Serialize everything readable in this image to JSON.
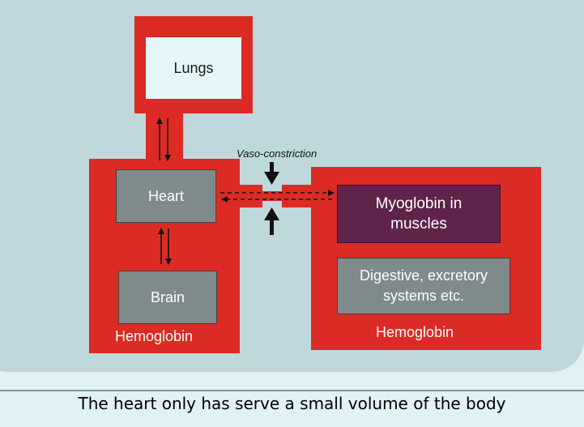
{
  "diagram": {
    "lungs": "Lungs",
    "heart": "Heart",
    "brain": "Brain",
    "hemoglobin_left": "Hemoglobin",
    "myoglobin": "Myoglobin in muscles",
    "digestive": "Digestive, excretory systems etc.",
    "hemoglobin_right": "Hemoglobin",
    "vaso": "Vaso-constriction"
  },
  "caption": "The heart only has serve a small volume of the body",
  "colors": {
    "vessel_red": "#dc2b24",
    "organ_grey": "#7f8a8a",
    "myoglobin_purple": "#60234a",
    "lungs_fill": "#e3f7f9",
    "panel_bg": "#bfd8dc"
  }
}
